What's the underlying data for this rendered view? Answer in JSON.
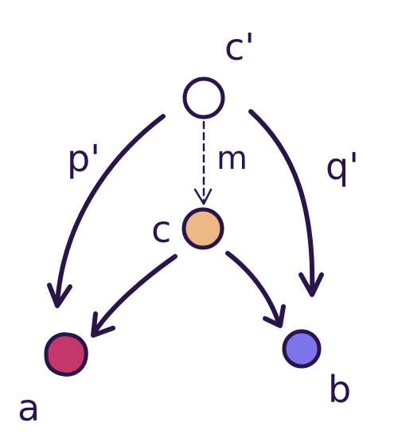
{
  "colors": {
    "ink": "#2a1548",
    "node_c_prime": "#ffffff",
    "node_c": "#ebb885",
    "node_a": "#c2386a",
    "node_b": "#7e74ea"
  },
  "nodes": {
    "c_prime": {
      "label": "c'"
    },
    "c": {
      "label": "c"
    },
    "a": {
      "label": "a"
    },
    "b": {
      "label": "b"
    }
  },
  "edges": {
    "p_prime": {
      "label": "p'",
      "from": "c'",
      "to": "a",
      "style": "solid"
    },
    "q_prime": {
      "label": "q'",
      "from": "c'",
      "to": "b",
      "style": "solid"
    },
    "m": {
      "label": "m",
      "from": "c'",
      "to": "c",
      "style": "dashed"
    },
    "c_to_a": {
      "label": "",
      "from": "c",
      "to": "a",
      "style": "solid"
    },
    "c_to_b": {
      "label": "",
      "from": "c",
      "to": "b",
      "style": "solid"
    }
  }
}
